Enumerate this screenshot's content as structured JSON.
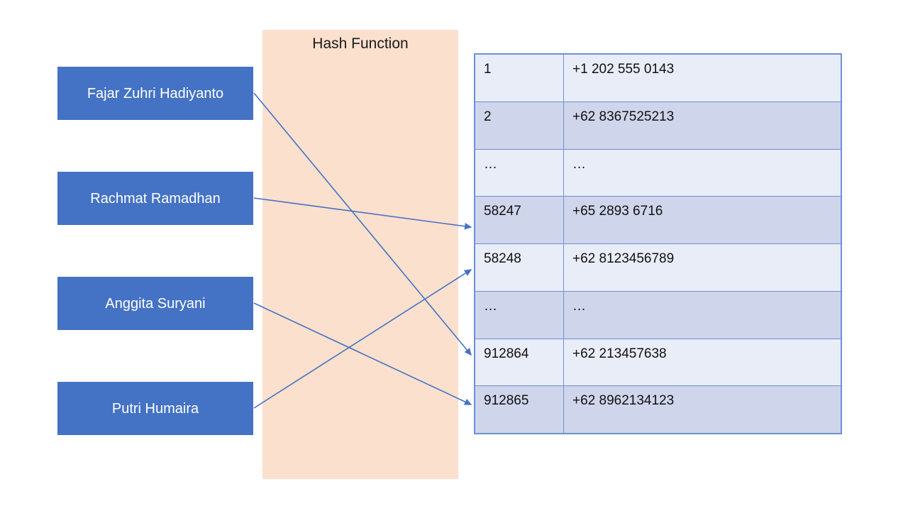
{
  "diagram": {
    "title": "Hash Function",
    "hash_band": {
      "label": "Hash Function",
      "color": "#FBE0CE"
    },
    "inputs": [
      {
        "label": "Fajar Zuhri Hadiyanto",
        "color": "#4472C4"
      },
      {
        "label": "Rachmat Ramadhan",
        "color": "#4472C4"
      },
      {
        "label": "Anggita Suryani",
        "color": "#4472C4"
      },
      {
        "label": "Putri Humaira",
        "color": "#4472C4"
      }
    ],
    "table": {
      "border_color": "#6E8FD8",
      "row_light_color": "#E9EDF7",
      "row_dark_color": "#CFD5EA",
      "rows": [
        {
          "key": "1",
          "value": "+1 202 555 0143"
        },
        {
          "key": "2",
          "value": "+62 8367525213"
        },
        {
          "key": "…",
          "value": "…"
        },
        {
          "key": "58247",
          "value": "+65 2893 6716"
        },
        {
          "key": "58248",
          "value": "+62 8123456789"
        },
        {
          "key": "…",
          "value": "…"
        },
        {
          "key": "912864",
          "value": "+62 213457638"
        },
        {
          "key": "912865",
          "value": "+62 8962134123"
        }
      ]
    },
    "arrows": {
      "color": "#4472C4",
      "mappings": [
        {
          "from": "Fajar Zuhri Hadiyanto",
          "to": "912864"
        },
        {
          "from": "Rachmat Ramadhan",
          "to": "58247"
        },
        {
          "from": "Anggita Suryani",
          "to": "912865"
        },
        {
          "from": "Putri Humaira",
          "to": "58248"
        }
      ]
    }
  }
}
